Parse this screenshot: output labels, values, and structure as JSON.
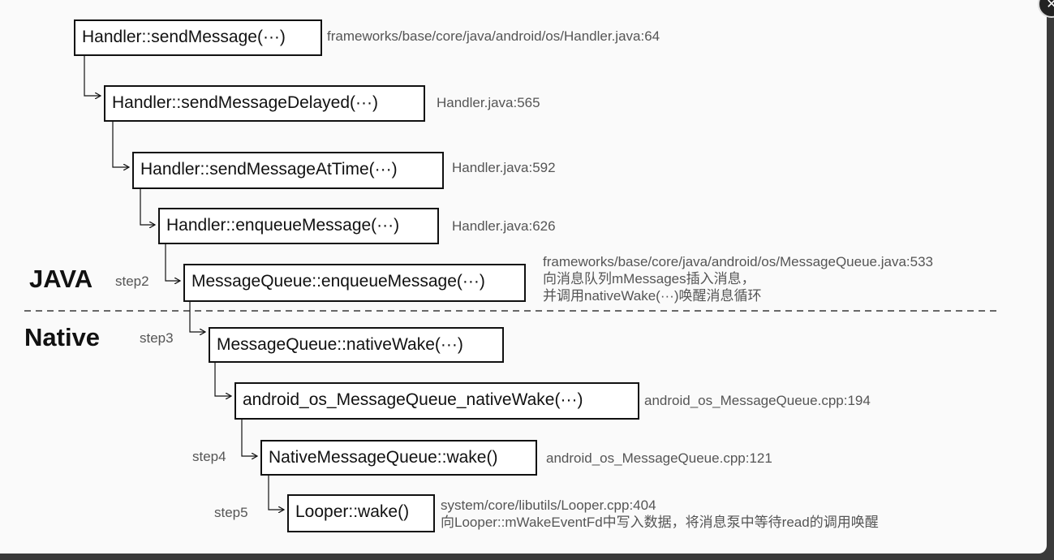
{
  "sections": {
    "java": "JAVA",
    "native": "Native"
  },
  "steps": [
    "step2",
    "step3",
    "step4",
    "step5"
  ],
  "boxes": [
    "Handler::sendMessage(···)",
    "Handler::sendMessageDelayed(···)",
    "Handler::sendMessageAtTime(···)",
    "Handler::enqueueMessage(···)",
    "MessageQueue::enqueueMessage(···)",
    "MessageQueue::nativeWake(···)",
    "android_os_MessageQueue_nativeWake(···)",
    "NativeMessageQueue::wake()",
    "Looper::wake()"
  ],
  "notes": {
    "send_message": "frameworks/base/core/java/android/os/Handler.java:64",
    "send_message_delayed": "Handler.java:565",
    "send_message_at_time": "Handler.java:592",
    "enqueue_message": "Handler.java:626",
    "mq_enqueue_path": "frameworks/base/core/java/android/os/MessageQueue.java:533",
    "mq_enqueue_line1": "向消息队列mMessages插入消息，",
    "mq_enqueue_line2": "并调用nativeWake(···)唤醒消息循环",
    "native_wake": "android_os_MessageQueue.cpp:194",
    "nmq_wake": "android_os_MessageQueue.cpp:121",
    "looper_path": "system/core/libutils/Looper.cpp:404",
    "looper_desc": "向Looper::mWakeEventFd中写入数据，将消息泵中等待read的调用唤醒"
  },
  "colors": {
    "box_border": "#111111",
    "note_text": "#555555",
    "background": "#fafafa"
  },
  "icons": {
    "close": "close-icon"
  }
}
